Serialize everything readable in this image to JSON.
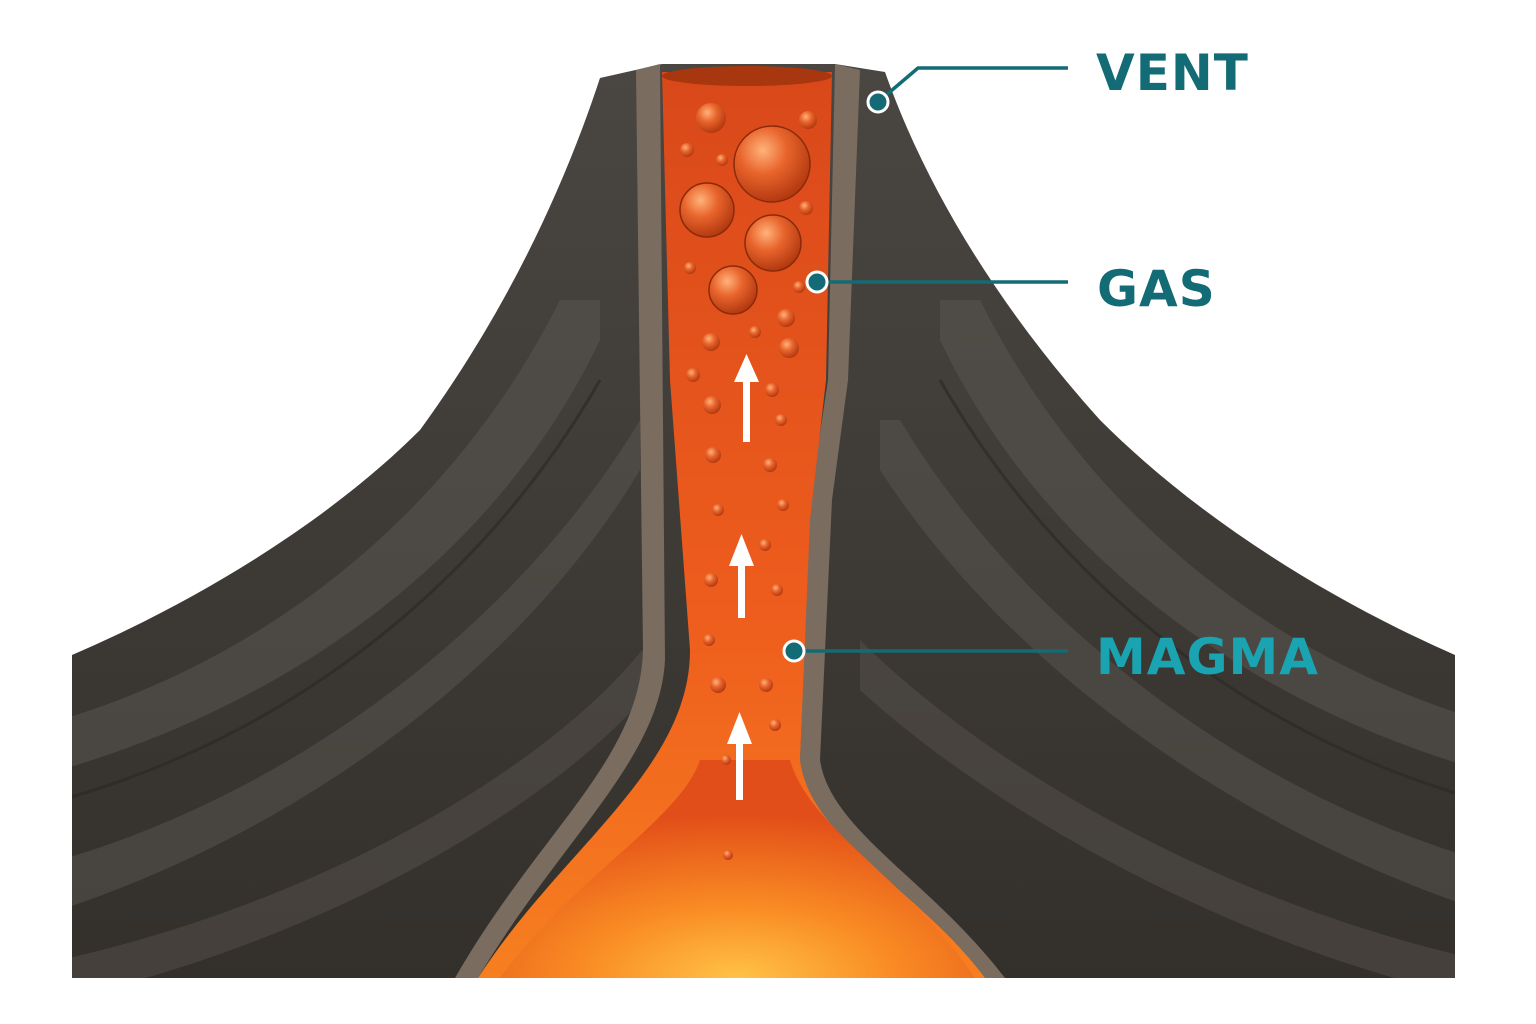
{
  "labels": {
    "vent": "VENT",
    "gas": "GAS",
    "magma": "MAGMA"
  },
  "colors": {
    "background": "#ffffff",
    "rock_dark": "#3a3733",
    "rock_light": "#5b5650",
    "conduit_wall": "#7a6c5f",
    "magma_outer": "#c93f12",
    "magma_core": "#f5781f",
    "magma_glow": "#ffb547",
    "gas_bubble": "#e0622b",
    "arrow": "#ffffff",
    "label_dark_teal": "#136b75",
    "label_bright_teal": "#1aa3b0",
    "leader_line": "#136b75"
  },
  "icons": {
    "flow_arrow": "up-arrow"
  }
}
